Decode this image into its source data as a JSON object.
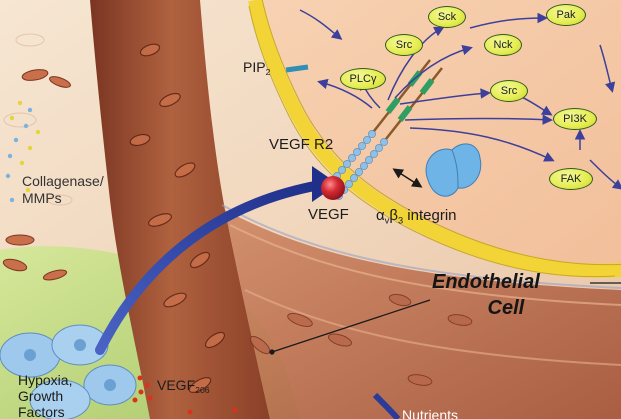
{
  "labels": {
    "pip2_main": "PIP",
    "pip2_sub": "2",
    "vegf_r2": "VEGF R2",
    "vegf": "VEGF",
    "integrin_alpha": "α",
    "integrin_alpha_sub": "v",
    "integrin_beta": "β",
    "integrin_beta_sub": "3",
    "integrin_text": " integrin",
    "collagenase_line1": "Collagenase/",
    "collagenase_line2": "MMPs",
    "endothelial_line1": "Endothelial",
    "endothelial_line2": "Cell",
    "hypoxia_line1": "Hypoxia,",
    "hypoxia_line2": "Growth",
    "hypoxia_line3": "Factors",
    "vegf206_main": "VEGF",
    "vegf206_sub": "206",
    "nutrients": "Nutrients"
  },
  "signaling_nodes": {
    "sck": "Sck",
    "pak": "Pak",
    "src_top": "Src",
    "nck": "Nck",
    "plcg": "PLCγ",
    "src_mid": "Src",
    "pi3k": "PI3K",
    "fak": "FAK"
  },
  "colors": {
    "membrane": "#f2d436",
    "cytoplasm": "#f6c9a4",
    "vessel_wall": "#a8583c",
    "pathway_arrow": "#3d3f9c",
    "big_arrow": "#2a3b9a",
    "receptor_bead": "#8fc0e8",
    "receptor_band": "#2f9e63",
    "vegf_ball": "#c8202c",
    "integrin": "#6fb4e6",
    "node_fill": "#e6ee55"
  }
}
